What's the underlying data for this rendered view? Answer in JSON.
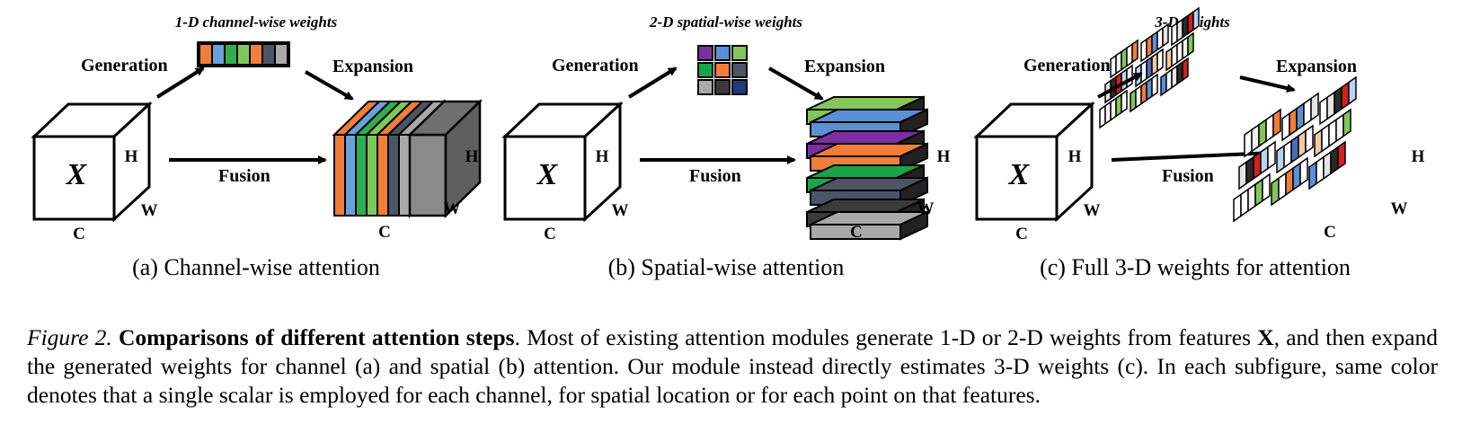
{
  "panels": [
    {
      "id": "a",
      "weights_label": "1-D channel-wise weights",
      "generation_label": "Generation",
      "expansion_label": "Expansion",
      "fusion_label": "Fusion",
      "cube_symbol": "X",
      "dims": {
        "h": "H",
        "w": "W",
        "c": "C"
      },
      "caption": "(a) Channel-wise attention",
      "weight_colors": [
        "#f07d3a",
        "#6aa0dc",
        "#2fae4e",
        "#7cc95a",
        "#f07d3a",
        "#4b5563",
        "#a9a9a9"
      ]
    },
    {
      "id": "b",
      "weights_label": "2-D spatial-wise weights",
      "generation_label": "Generation",
      "expansion_label": "Expansion",
      "fusion_label": "Fusion",
      "cube_symbol": "X",
      "dims": {
        "h": "H",
        "w": "W",
        "c": "C"
      },
      "caption": "(b) Spatial-wise attention",
      "weight_colors": [
        "#7b2fa0",
        "#5b8fd6",
        "#86c55a",
        "#19a34a",
        "#f07d3a",
        "#4b5563",
        "#a9a9a9",
        "#3a3a3a",
        "#1f3a7a"
      ]
    },
    {
      "id": "c",
      "weights_label": "3-D weights",
      "generation_label": "Generation",
      "expansion_label": "Expansion",
      "fusion_label": "Fusion",
      "cube_symbol": "X",
      "dims": {
        "h": "H",
        "w": "W",
        "c": "C"
      },
      "caption": "(c) Full 3-D weights for attention"
    }
  ],
  "caption": {
    "label": "Figure 2.",
    "title": "Comparisons of different attention steps",
    "text_1": ". Most of existing attention modules generate 1-D or 2-D weights from features ",
    "symbol": "X",
    "text_2": ", and then expand the generated weights for channel (a) and spatial (b) attention. Our module instead directly estimates 3-D weights (c). In each subfigure, same color denotes that a single scalar is employed for each channel, for spatial location or for each point on that features."
  }
}
